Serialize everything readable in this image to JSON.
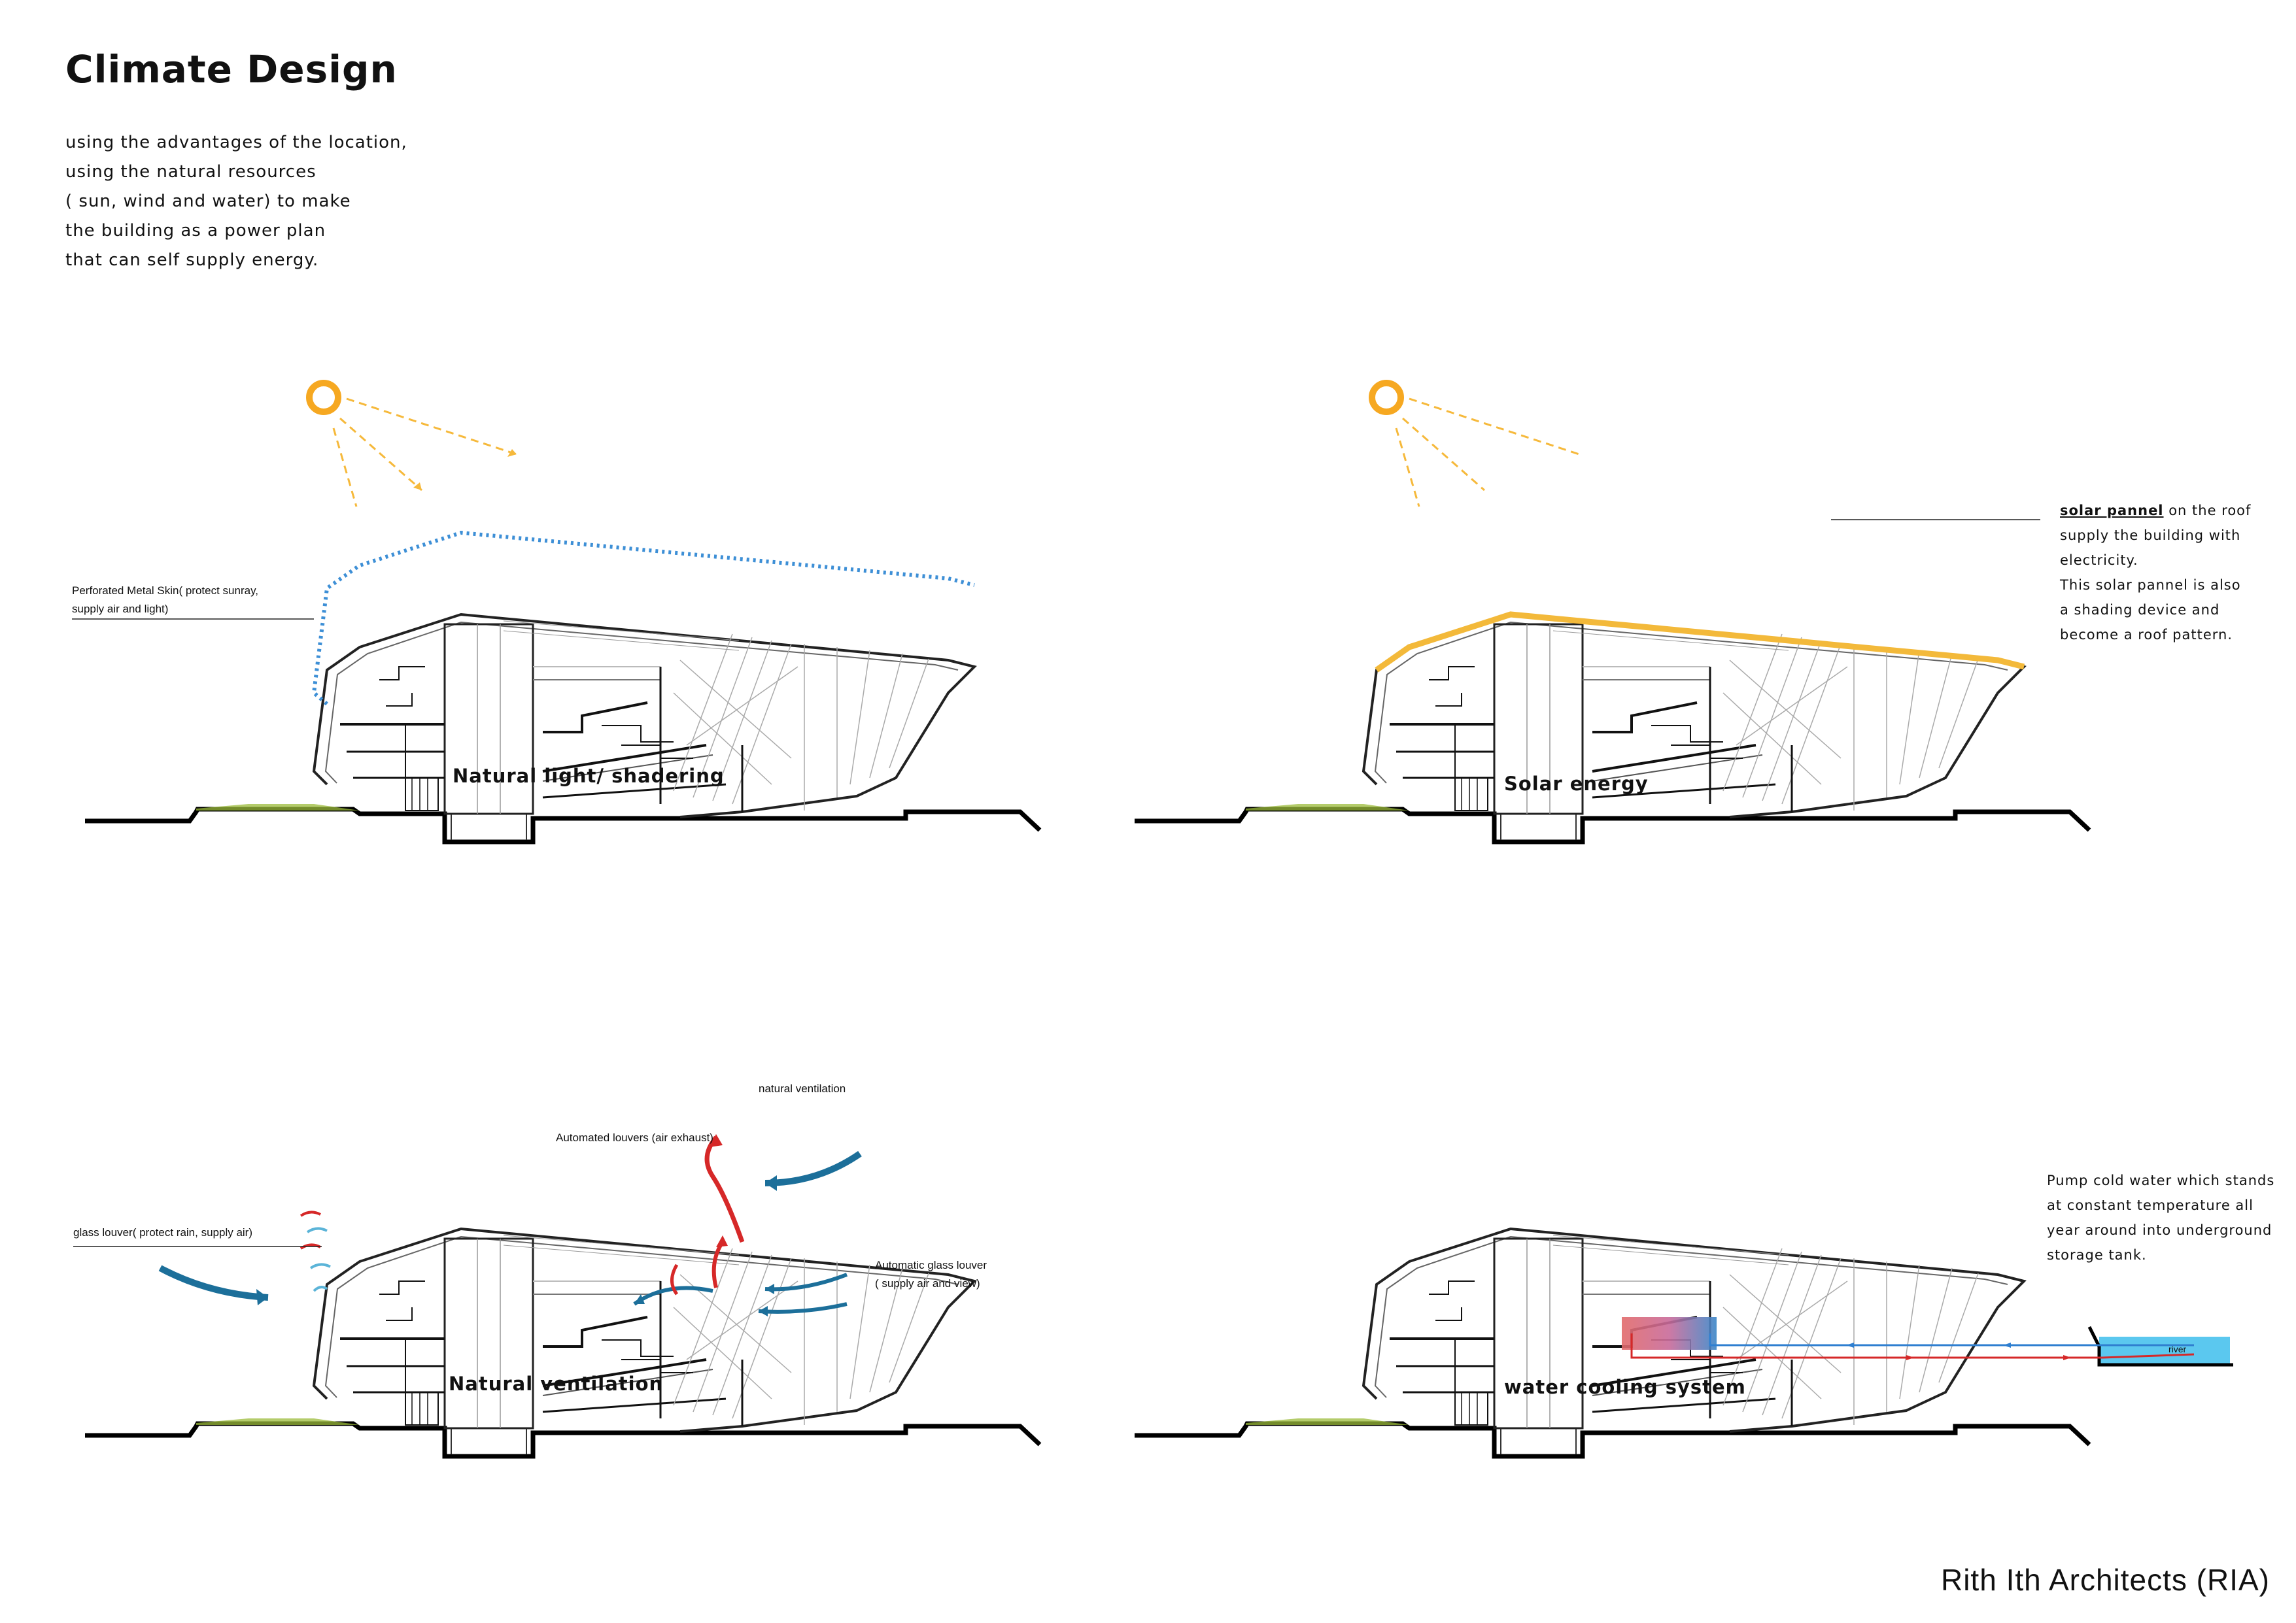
{
  "header": {
    "title": "Climate Design",
    "intro_lines": [
      "using the advantages of the location,",
      "using the natural resources",
      "( sun, wind and water) to make",
      "the building as a power plan",
      "that can self supply energy."
    ]
  },
  "panels": {
    "light": {
      "caption": "Natural light/ shadering",
      "note_lines": [
        "Perforated Metal Skin( protect sunray,",
        "supply air and light)"
      ]
    },
    "solar": {
      "caption": "Solar energy",
      "note_highlight": "solar pannel",
      "note_first_rest": " on the roof",
      "note_lines": [
        "supply the building with",
        "electricity.",
        "This solar pannel is also",
        "a shading device and",
        "become a roof pattern."
      ]
    },
    "ventilation": {
      "caption": "Natural ventilation",
      "label_natural_ventilation": "natural ventilation",
      "label_louvers": "Automated louvers (air exhaust)",
      "label_glass_louver_lines": [
        "glass louver( protect rain, supply air)"
      ],
      "label_auto_glass_lines": [
        "Automatic glass louver",
        "( supply air and view)"
      ]
    },
    "cooling": {
      "caption": "water cooling system",
      "river_label": "river",
      "note_lines": [
        "Pump cold water which stands",
        "at constant temperature all",
        "year around into underground",
        "storage tank."
      ]
    }
  },
  "footer": {
    "credit": "Rith Ith Architects (RIA)"
  },
  "colors": {
    "sun": "#f6a821",
    "sun_ray": "#f6b93b",
    "skin_blue": "#3d8fd6",
    "solar_panel": "#f3b93a",
    "landscape": "#9bbb3a",
    "wind_blue": "#1c6f9a",
    "wind_red": "#d62828",
    "water_blue": "#5bc8ef",
    "pipe_red": "#d62828",
    "pipe_blue": "#2f7fd0"
  }
}
